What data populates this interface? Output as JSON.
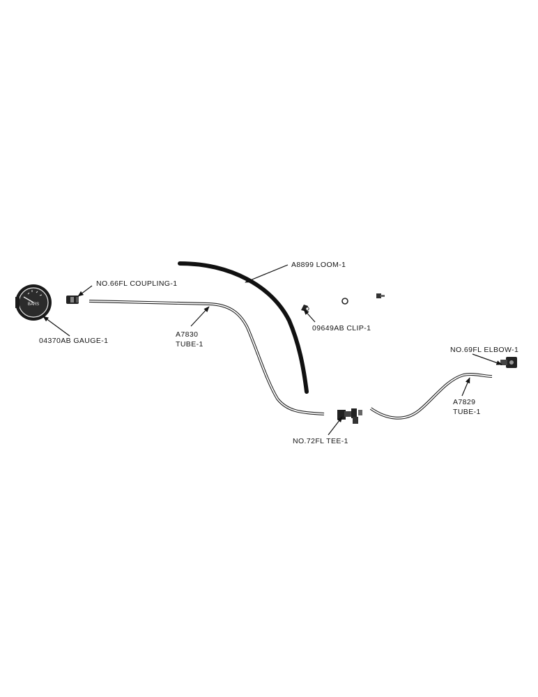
{
  "parts": [
    {
      "id": "gauge",
      "label_lines": [
        "04370AB GAUGE-1"
      ],
      "icon": "pressure-gauge",
      "gauge_face_text": "BARS"
    },
    {
      "id": "coupling",
      "label_lines": [
        "NO.66FL COUPLING-1"
      ],
      "icon": "pipe-coupling"
    },
    {
      "id": "tube-a7830",
      "label_lines": [
        "A7830",
        "TUBE-1"
      ],
      "icon": "bent-tube"
    },
    {
      "id": "loom",
      "label_lines": [
        "A8899 LOOM-1"
      ],
      "icon": "loom-hose"
    },
    {
      "id": "clip",
      "label_lines": [
        "09649AB CLIP-1"
      ],
      "icon": "clip"
    },
    {
      "id": "elbow",
      "label_lines": [
        "NO.69FL ELBOW-1"
      ],
      "icon": "elbow-fitting"
    },
    {
      "id": "tube-a7829",
      "label_lines": [
        "A7829",
        "TUBE-1"
      ],
      "icon": "bent-tube"
    },
    {
      "id": "tee",
      "label_lines": [
        "NO.72FL TEE-1"
      ],
      "icon": "tee-fitting"
    }
  ],
  "colors": {
    "ink": "#111111",
    "paper": "#ffffff"
  }
}
